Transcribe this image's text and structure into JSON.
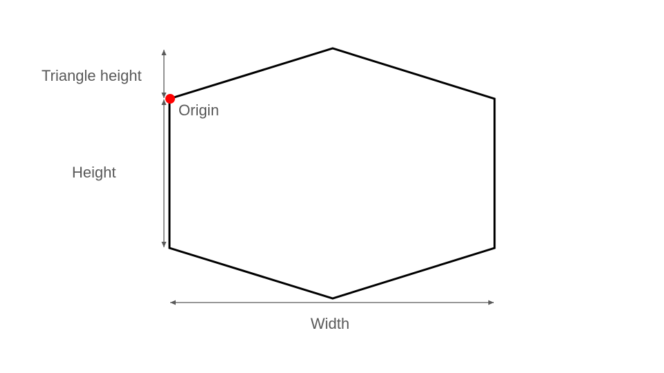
{
  "labels": {
    "triangle_height": "Triangle height",
    "origin": "Origin",
    "height": "Height",
    "width": "Width"
  },
  "colors": {
    "outline": "#000000",
    "dimension_line": "#595959",
    "label_text": "#595959",
    "origin_marker": "#ff0000"
  }
}
